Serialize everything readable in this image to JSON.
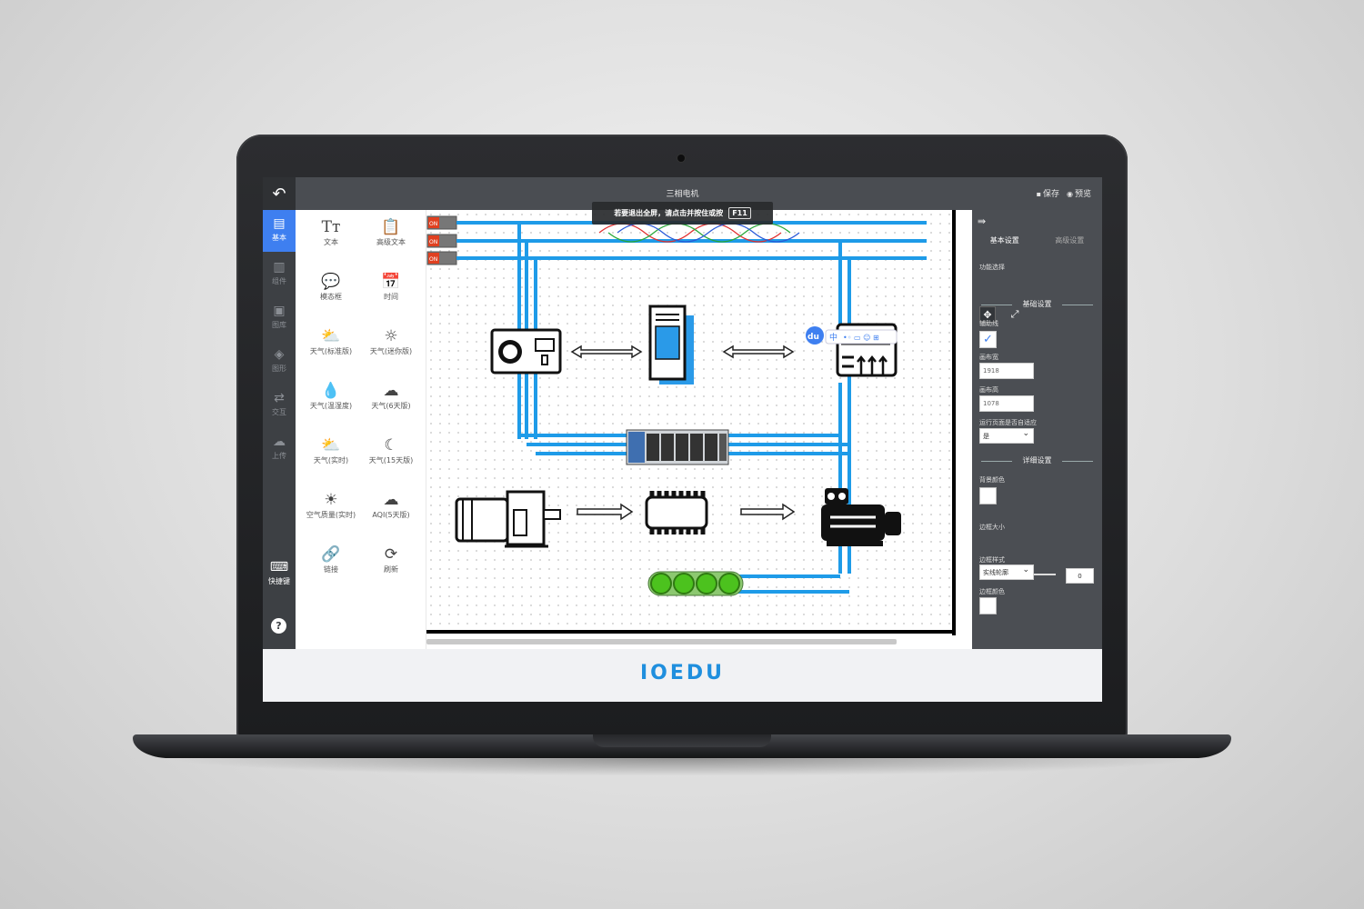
{
  "app": {
    "title": "三相电机",
    "back_icon": "back-arrow-icon",
    "actions": {
      "save_label": "保存",
      "preview_label": "预览"
    },
    "toast": {
      "message": "若要退出全屏，请点击并按住或按",
      "key": "F11"
    }
  },
  "leftnav": [
    {
      "label": "基本",
      "icon": "document-icon",
      "active": true
    },
    {
      "label": "组件",
      "icon": "chart-icon",
      "active": false
    },
    {
      "label": "图库",
      "icon": "image-icon",
      "active": false
    },
    {
      "label": "图形",
      "icon": "shapes-icon",
      "active": false
    },
    {
      "label": "交互",
      "icon": "interaction-icon",
      "active": false
    },
    {
      "label": "上传",
      "icon": "upload-icon",
      "active": false
    },
    {
      "label": "快捷键",
      "icon": "keyboard-icon",
      "active": false
    }
  ],
  "palette": [
    {
      "label": "文本",
      "icon": "text-icon"
    },
    {
      "label": "高级文本",
      "icon": "advanced-text-icon"
    },
    {
      "label": "模态框",
      "icon": "modal-icon"
    },
    {
      "label": "时间",
      "icon": "calendar-icon"
    },
    {
      "label": "天气(标准版)",
      "icon": "weather-icon"
    },
    {
      "label": "天气(迷你版)",
      "icon": "sun-icon"
    },
    {
      "label": "天气(温湿度)",
      "icon": "drop-icon"
    },
    {
      "label": "天气(6天版)",
      "icon": "cloud-icon"
    },
    {
      "label": "天气(实时)",
      "icon": "cloud-sun-icon"
    },
    {
      "label": "天气(15天版)",
      "icon": "moon-icon"
    },
    {
      "label": "空气质量(实时)",
      "icon": "sunrise-icon"
    },
    {
      "label": "AQI(5天版)",
      "icon": "cloud-outline-icon"
    },
    {
      "label": "链接",
      "icon": "link-icon"
    },
    {
      "label": "刷新",
      "icon": "refresh-icon"
    }
  ],
  "canvas": {
    "breaker_label": "ON",
    "ime_icon": "du",
    "ime_mode": "中"
  },
  "rightpanel": {
    "tabs": [
      "基本设置",
      "高级设置"
    ],
    "function_select_label": "功能选择",
    "basic_section": "基础设置",
    "guide_label": "辅助线",
    "guide_checked": true,
    "canvas_width_label": "画布宽",
    "canvas_width": "1918",
    "canvas_height_label": "画布高",
    "canvas_height": "1078",
    "autofit_label": "运行页面是否自适应",
    "autofit_value": "是",
    "detail_section": "详细设置",
    "bg_color_label": "背景颜色",
    "border_size_label": "边框大小",
    "border_size_value": "0",
    "border_style_label": "边框样式",
    "border_style_value": "实线轮廓",
    "border_color_label": "边框颜色"
  },
  "footer": {
    "logo": "IOEDU"
  },
  "colors": {
    "accent": "#3e7ff0",
    "pipe": "#1e9be8",
    "led": "#4cc21e"
  }
}
